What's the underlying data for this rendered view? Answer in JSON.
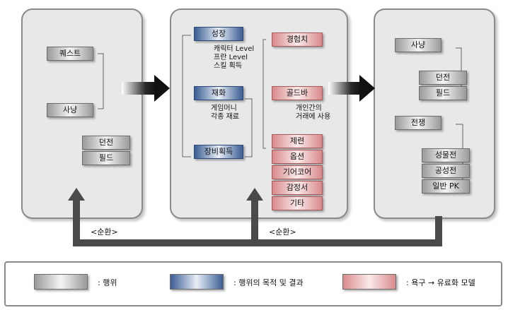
{
  "left_panel": {
    "quest": "퀘스트",
    "hunt": "사냥",
    "dungeon": "던전",
    "field": "필드"
  },
  "middle_panel": {
    "growth": "성장",
    "growth_note": [
      "캐릭터 Level",
      "프란 Level",
      "스킬 획득"
    ],
    "property": "재화",
    "property_note": [
      "게임머니",
      "각종 재료"
    ],
    "equipment": "장비획득",
    "exp": "경험치",
    "gold": "골드바",
    "gold_note": [
      "개인간의",
      "거래에 사용"
    ],
    "red_stack": [
      "제련",
      "옵션",
      "기어코어",
      "감정서",
      "기타"
    ]
  },
  "right_panel": {
    "hunt": "사냥",
    "dungeon": "던전",
    "field": "필드",
    "war": "전쟁",
    "siege": "성물전",
    "castle": "공성전",
    "pk": "일반 PK"
  },
  "cycle_labels": {
    "left": "<순환>",
    "right": "<순환>"
  },
  "legend": {
    "action": ": 행위",
    "purpose": ": 행위의 목적 및 결과",
    "desire": ": 욕구 → 유료화 모델"
  },
  "colors": {
    "gray_box": "#d9d9d9",
    "blue_box": "#3a5d93",
    "red_box": "#d88a8c",
    "panel_bg": "#e8e8e8",
    "arrow": "#555555"
  }
}
